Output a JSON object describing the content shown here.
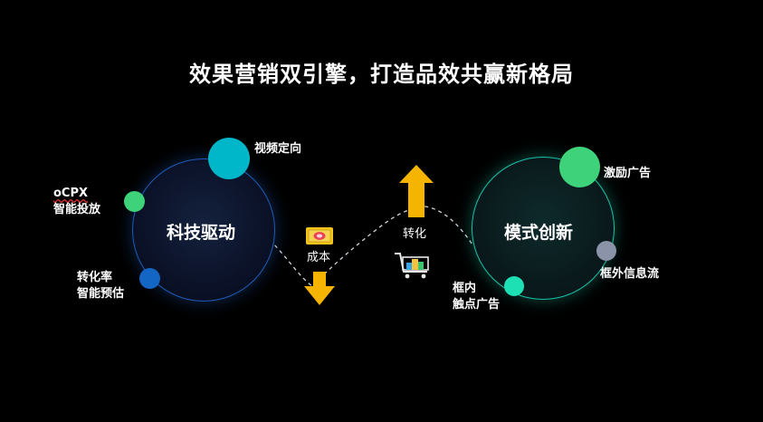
{
  "title": "效果营销双引擎，打造品效共赢新格局",
  "tech_engine": {
    "label": "科技驱动",
    "satellites": [
      {
        "lines": [
          "视频定向"
        ],
        "color": "#00b6c9"
      },
      {
        "lines": [
          "oCPX",
          "智能投放"
        ],
        "color": "#3ed27a"
      },
      {
        "lines": [
          "转化率",
          "智能预估"
        ],
        "color": "#1466c4"
      }
    ]
  },
  "model_engine": {
    "label": "模式创新",
    "satellites": [
      {
        "lines": [
          "激励广告"
        ],
        "color": "#3ed27a"
      },
      {
        "lines": [
          "框外信息流"
        ],
        "color": "#8a93a8"
      },
      {
        "lines": [
          "框内",
          "触点广告"
        ],
        "color": "#1de0b4"
      }
    ]
  },
  "middle": {
    "cost_label": "成本",
    "cost_direction": "down",
    "conversion_label": "转化",
    "conversion_direction": "up",
    "arrow_color": "#f5b400",
    "icons": [
      "money-icon",
      "shopping-cart-icon"
    ]
  }
}
